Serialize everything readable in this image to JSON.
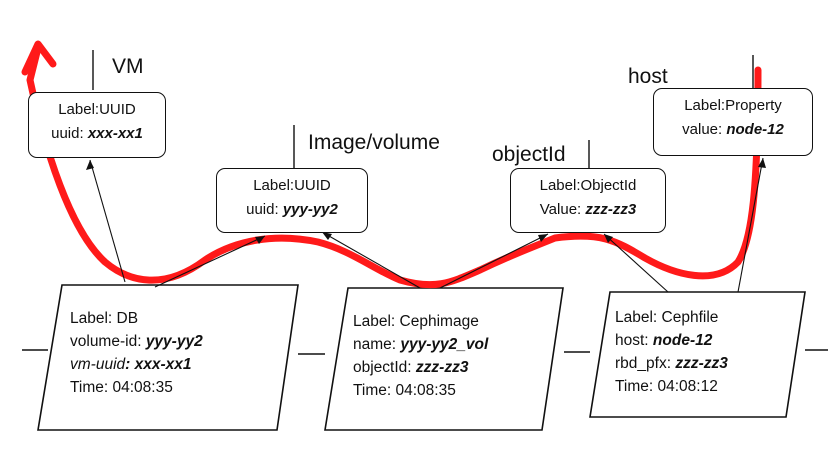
{
  "tags": {
    "vm": "VM",
    "image_volume": "Image/volume",
    "object_id": "objectId",
    "host": "host"
  },
  "top_nodes": {
    "vm": {
      "label": "Label:UUID",
      "key": "uuid:",
      "value": "xxx-xx1"
    },
    "image": {
      "label": "Label:UUID",
      "key": "uuid:",
      "value": "yyy-yy2"
    },
    "object": {
      "label": "Label:ObjectId",
      "key": "Value:",
      "value": "zzz-zz3"
    },
    "host": {
      "label": "Label:Property",
      "key": "value:",
      "value": "node-12"
    }
  },
  "records": {
    "db": {
      "label": "Label: DB",
      "f1_key": "volume-id:",
      "f1_val": "yyy-yy2",
      "f2_key": "vm-uuid",
      "f2_val": ": xxx-xx1",
      "time": "Time: 04:08:35"
    },
    "cephimage": {
      "label": "Label: Cephimage",
      "f1_key": "name:",
      "f1_val": "yyy-yy2_vol",
      "f2_key": "objectId:",
      "f2_val": "zzz-zz3",
      "time": "Time: 04:08:35"
    },
    "cephfile": {
      "label": "Label: Cephfile",
      "f1_key": "host:",
      "f1_val": "node-12",
      "f2_key": "rbd_pfx:",
      "f2_val": "zzz-zz3",
      "time": "Time: 04:08:12"
    }
  },
  "colors": {
    "path": "#ff1a1a",
    "stroke": "#111111"
  }
}
